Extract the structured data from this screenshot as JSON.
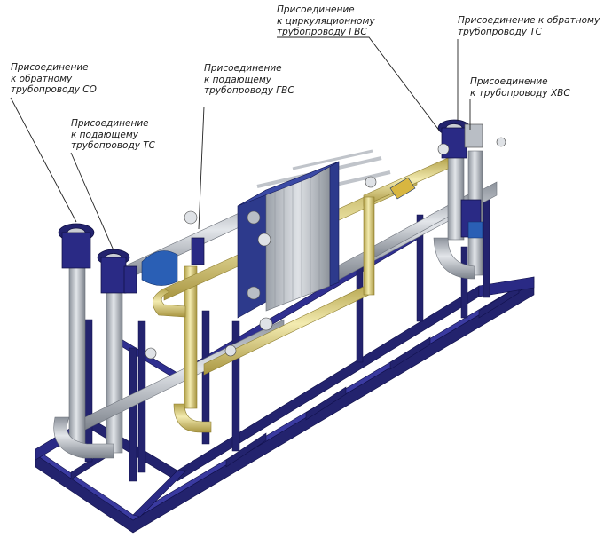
{
  "labels": [
    {
      "id": "co-return",
      "lines": [
        "Присоединение",
        "к обратному",
        "трубопроводу СО"
      ]
    },
    {
      "id": "ts-supply",
      "lines": [
        "Присоединение",
        "к подающему",
        "трубопроводу ТС"
      ]
    },
    {
      "id": "gvs-supply",
      "lines": [
        "Присоединение",
        "к подающему",
        "трубопроводу ГВС"
      ]
    },
    {
      "id": "gvs-circ",
      "lines": [
        "Присоединение",
        "к циркуляционному",
        "трубопроводу ГВС"
      ]
    },
    {
      "id": "ts-return",
      "lines": [
        "Присоединение к обратному",
        "трубопроводу ТС"
      ]
    },
    {
      "id": "hvs",
      "lines": [
        "Присоединение",
        "к трубопроводу ХВС"
      ]
    }
  ],
  "colors": {
    "frame": "#23236e",
    "frame_light": "#3a3aa0",
    "pipe_grey": "#b9bec5",
    "pipe_grey_dark": "#7d838c",
    "pipe_yellow": "#e4d98a",
    "pipe_yellow_dark": "#b3a24a",
    "hx_blue": "#2d3a8c",
    "plate_grey": "#c9ccd2",
    "valve_blue": "#2a5fb5",
    "leader": "#222222"
  }
}
